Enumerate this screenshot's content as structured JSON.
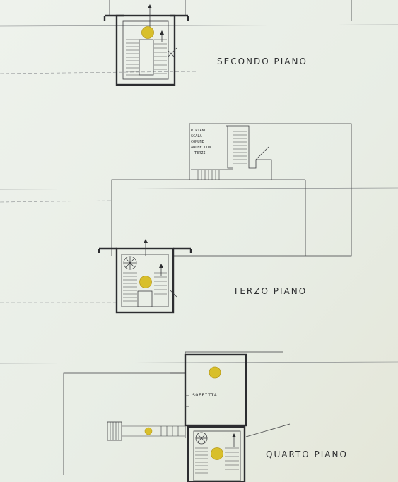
{
  "floors": {
    "second": {
      "label": "SECONDO PIANO"
    },
    "third": {
      "label": "TERZO PIANO"
    },
    "fourth": {
      "label": "QUARTO PIANO"
    }
  },
  "notes": {
    "landing_note": [
      "RIPIANO",
      "SCALA",
      "COMUNE",
      "ANCHE CON",
      "TERZI"
    ],
    "attic": "SOFFITTA"
  },
  "colors": {
    "paper": "#e9eee7",
    "ink": "#2c2d30",
    "marker": "#d8bf2b"
  }
}
